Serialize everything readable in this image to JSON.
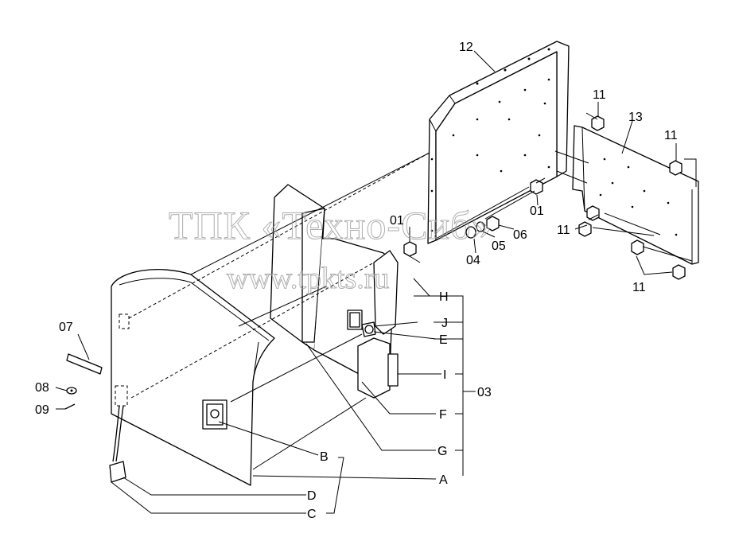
{
  "watermark": {
    "line1": "ТПК «Техно-Сиб»",
    "line2": "www.tpkts.ru"
  },
  "labels": {
    "n01a": "01",
    "n01b": "01",
    "n03": "03",
    "n04": "04",
    "n05": "05",
    "n06": "06",
    "n07": "07",
    "n08": "08",
    "n09": "09",
    "n11a": "11",
    "n11b": "11",
    "n11c": "11",
    "n11d": "11",
    "n12": "12",
    "n13": "13",
    "A": "A",
    "B": "B",
    "C": "C",
    "D": "D",
    "E": "E",
    "F": "F",
    "G": "G",
    "H": "H",
    "I": "I",
    "J": "J"
  }
}
